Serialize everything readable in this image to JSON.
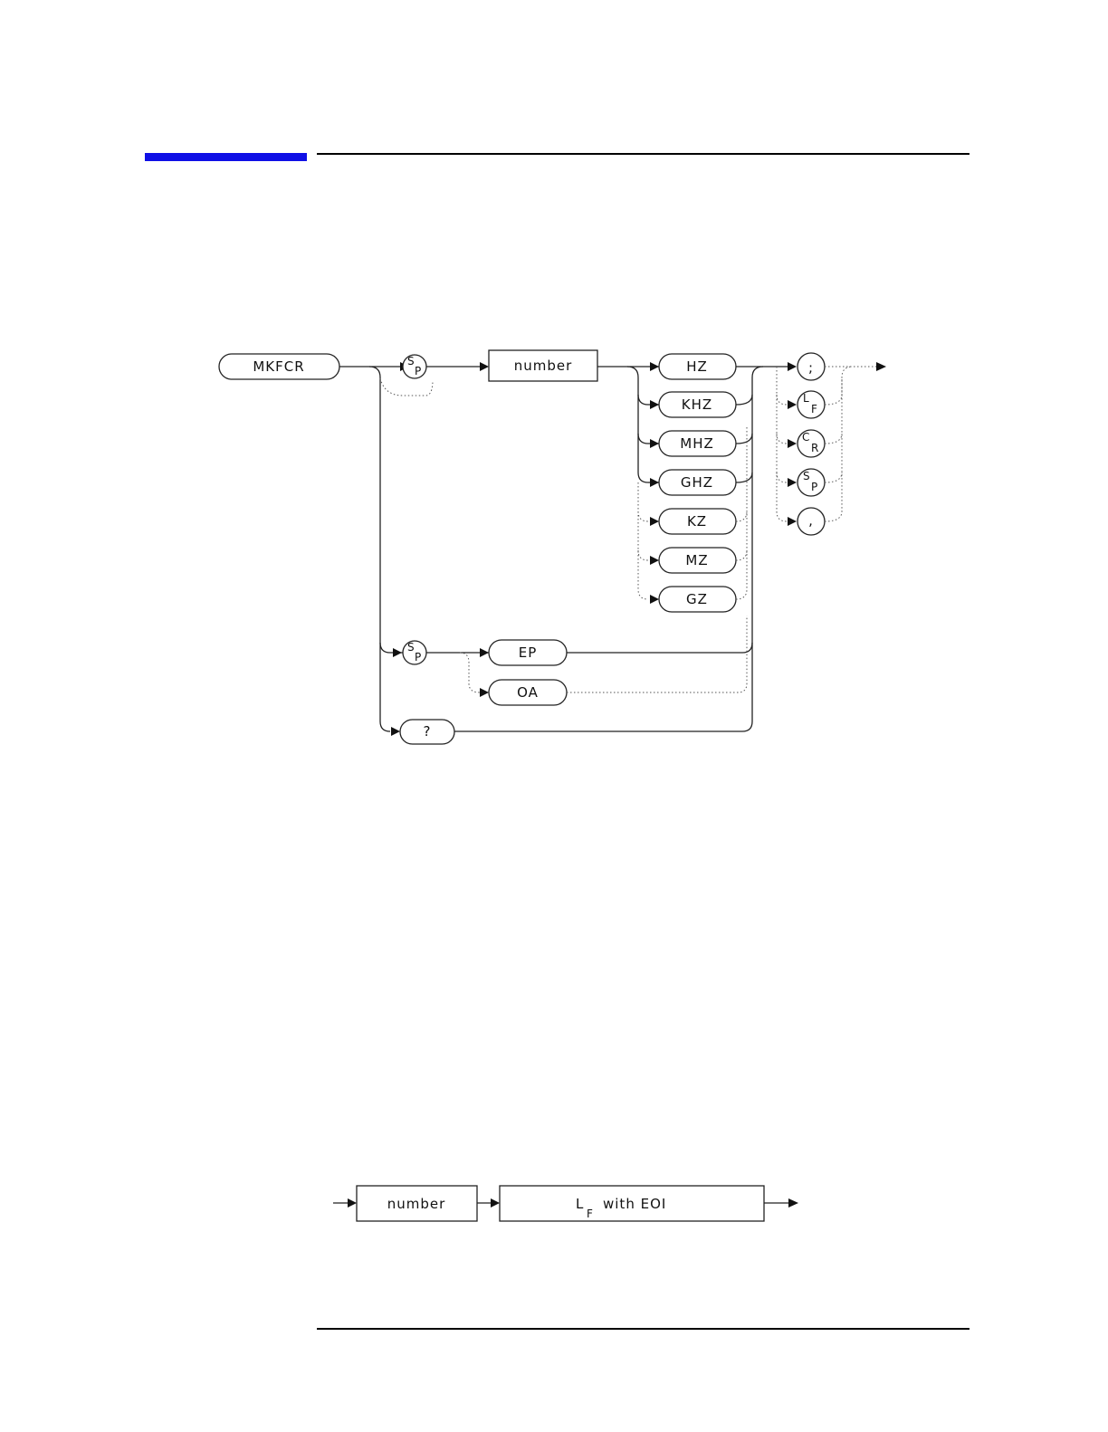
{
  "diagram": {
    "keyword": "MKFCR",
    "sp": {
      "big": "S",
      "small": "P"
    },
    "lf": {
      "big": "L",
      "small": "F"
    },
    "cr": {
      "big": "C",
      "small": "R"
    },
    "number": "number",
    "units": [
      "HZ",
      "KHZ",
      "MHZ",
      "GHZ",
      "KZ",
      "MZ",
      "GZ"
    ],
    "ep": "EP",
    "oa": "OA",
    "query": "?",
    "semicolon": ";",
    "comma": ","
  },
  "query_response": {
    "number": "number",
    "lf_big": "L",
    "lf_small": "F",
    "lf_suffix": "with EOI"
  }
}
